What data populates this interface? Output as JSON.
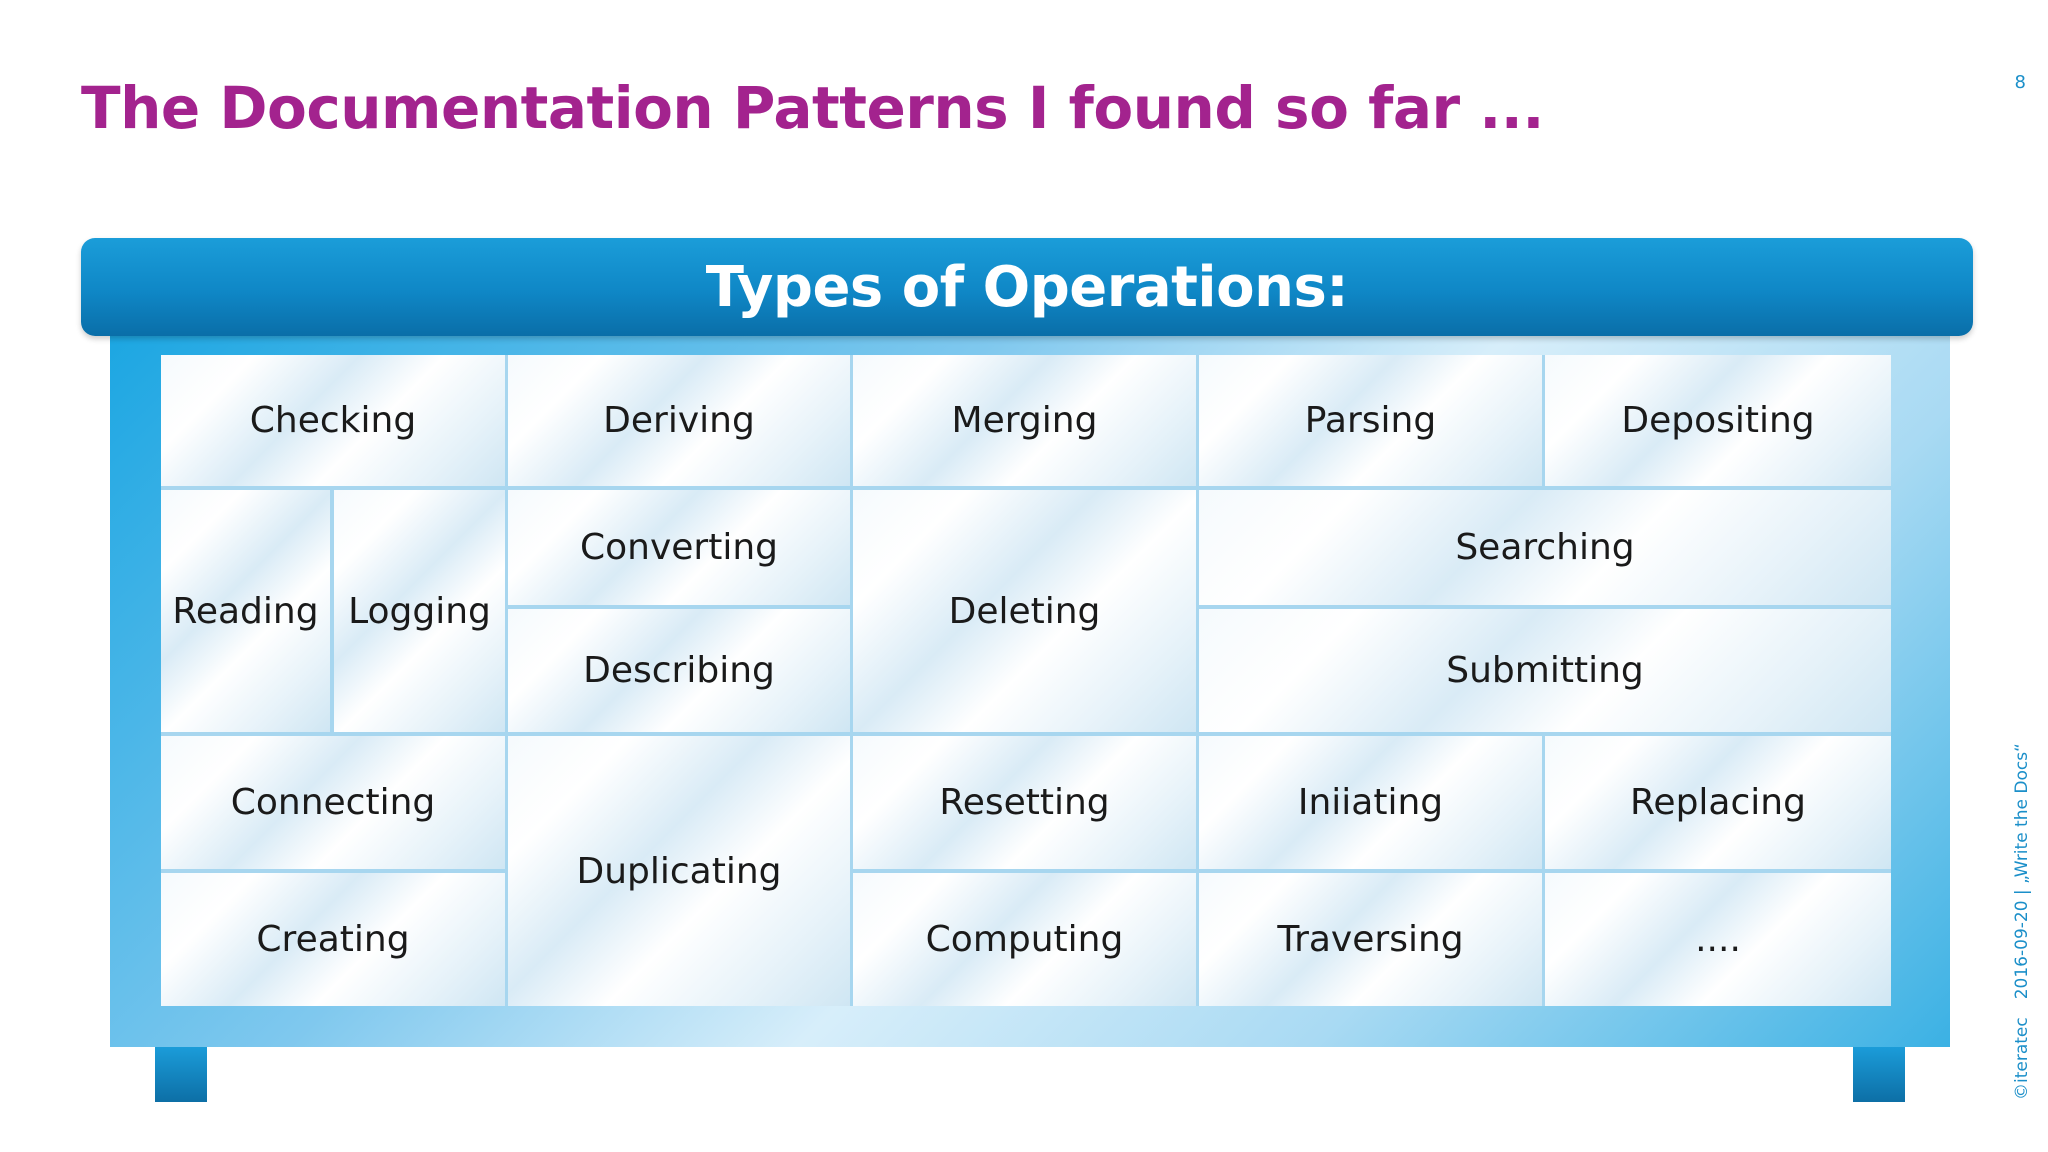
{
  "slide": {
    "title": "The Documentation Patterns I found so far ...",
    "page_number": "8",
    "footer_copyright": "©iteratec",
    "footer_event": "2016-09-20 | „Write the Docs“"
  },
  "board": {
    "header": "Types of Operations:",
    "cells": [
      {
        "label": "Checking"
      },
      {
        "label": "Deriving"
      },
      {
        "label": "Merging"
      },
      {
        "label": "Parsing"
      },
      {
        "label": "Depositing"
      },
      {
        "label": "Reading"
      },
      {
        "label": "Logging"
      },
      {
        "label": "Converting"
      },
      {
        "label": "Describing"
      },
      {
        "label": "Deleting"
      },
      {
        "label": "Searching"
      },
      {
        "label": "Submitting"
      },
      {
        "label": "Connecting"
      },
      {
        "label": "Creating"
      },
      {
        "label": "Duplicating"
      },
      {
        "label": "Resetting"
      },
      {
        "label": "Computing"
      },
      {
        "label": "Iniiating"
      },
      {
        "label": "Traversing"
      },
      {
        "label": "Replacing"
      },
      {
        "label": "...."
      }
    ]
  }
}
